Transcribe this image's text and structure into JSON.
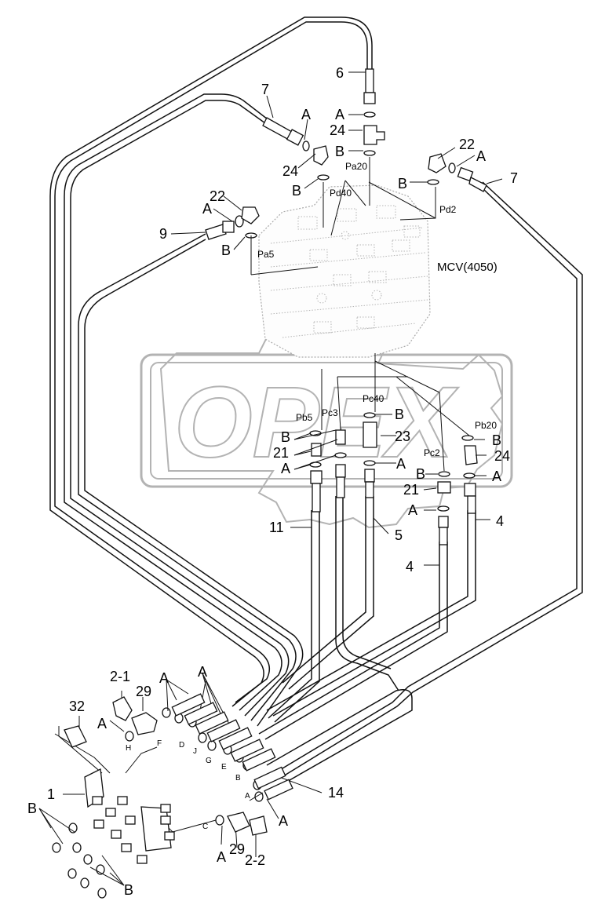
{
  "diagram": {
    "valve_label": "MCV(4050)",
    "watermark": "OPEX",
    "parts": {
      "p1": "1",
      "p2_1": "2-1",
      "p2_2": "2-2",
      "p4": "4",
      "p5": "5",
      "p6": "6",
      "p7": "7",
      "p9": "9",
      "p11": "11",
      "p14": "14",
      "p21": "21",
      "p22": "22",
      "p23": "23",
      "p24": "24",
      "p29": "29",
      "p32": "32"
    },
    "rings": {
      "a": "A",
      "b": "B"
    },
    "ports": {
      "pa20": "Pa20",
      "pd40": "Pd40",
      "pd2": "Pd2",
      "pa5": "Pa5",
      "pb5": "Pb5",
      "pc3": "Pc3",
      "pc40": "Pc40",
      "pb20": "Pb20",
      "pc2": "Pc2"
    },
    "hose_letters": {
      "c": "C",
      "d": "D",
      "e": "E",
      "f": "F",
      "g": "G",
      "h": "H",
      "j": "J",
      "b": "B",
      "a": "A"
    }
  }
}
